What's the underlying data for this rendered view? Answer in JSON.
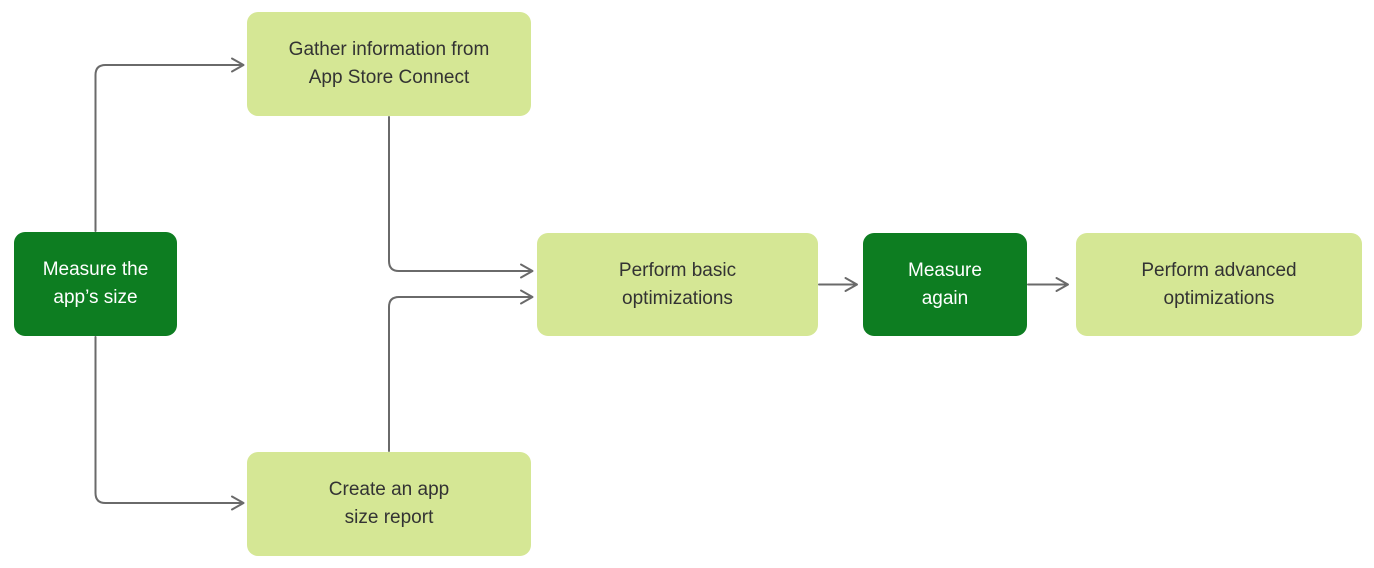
{
  "colors": {
    "node_dark": "#0d7d21",
    "node_light": "#d5e795",
    "connector": "#6a6a6a",
    "text_dark": "#333333",
    "text_light": "#ffffff",
    "background": "#ffffff"
  },
  "diagram": {
    "type": "flowchart",
    "nodes": [
      {
        "id": "measure-app-size",
        "label": "Measure the\napp’s size",
        "variant": "dark-green"
      },
      {
        "id": "gather-info",
        "label": "Gather information from\nApp Store Connect",
        "variant": "light-green"
      },
      {
        "id": "create-report",
        "label": "Create an app\nsize report",
        "variant": "light-green"
      },
      {
        "id": "perform-basic",
        "label": "Perform basic\noptimizations",
        "variant": "light-green"
      },
      {
        "id": "measure-again",
        "label": "Measure\nagain",
        "variant": "dark-green"
      },
      {
        "id": "perform-advanced",
        "label": "Perform advanced\noptimizations",
        "variant": "light-green"
      }
    ],
    "edges": [
      {
        "from": "measure-app-size",
        "to": "gather-info"
      },
      {
        "from": "measure-app-size",
        "to": "create-report"
      },
      {
        "from": "gather-info",
        "to": "perform-basic"
      },
      {
        "from": "create-report",
        "to": "perform-basic"
      },
      {
        "from": "perform-basic",
        "to": "measure-again"
      },
      {
        "from": "measure-again",
        "to": "perform-advanced"
      }
    ]
  }
}
